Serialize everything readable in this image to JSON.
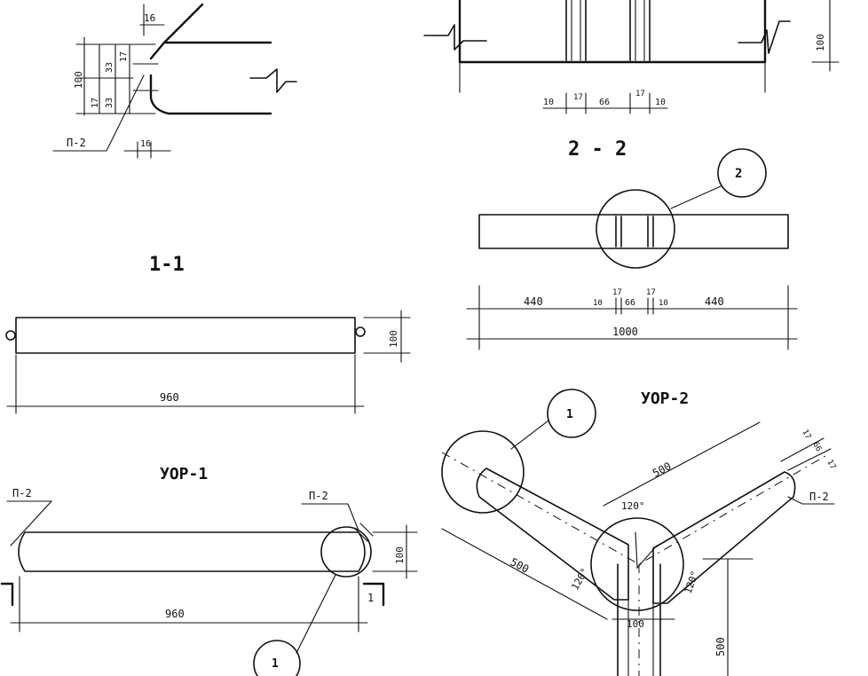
{
  "detail_top_left": {
    "labels": [
      "16",
      "100",
      "17",
      "33",
      "33",
      "17",
      "П-2",
      "16"
    ]
  },
  "section_2_2": {
    "title": "2 - 2",
    "detail_dims": [
      "10",
      "17",
      "66",
      "17",
      "10"
    ],
    "side_dim": "100",
    "callout": "2",
    "dims": [
      "440",
      "10",
      "17",
      "66",
      "17",
      "10",
      "440"
    ],
    "total": "1000"
  },
  "section_1_1": {
    "title": "1-1",
    "height": "100",
    "length": "960"
  },
  "uop_1": {
    "title": "УОР-1",
    "left_tag": "П-2",
    "right_tag": "П-2",
    "height": "100",
    "length": "960",
    "callout": "1",
    "cut_mark": "1"
  },
  "uop_2": {
    "title": "УОР-2",
    "callout": "1",
    "arm_dim_1": "500",
    "arm_dim_2": "500",
    "arm_dim_3": "500",
    "angle_1": "120°",
    "angle_2": "120°",
    "angle_3": "120°",
    "width": "100",
    "tag": "П-2",
    "tag_dims": [
      "17",
      "66",
      "17"
    ]
  }
}
